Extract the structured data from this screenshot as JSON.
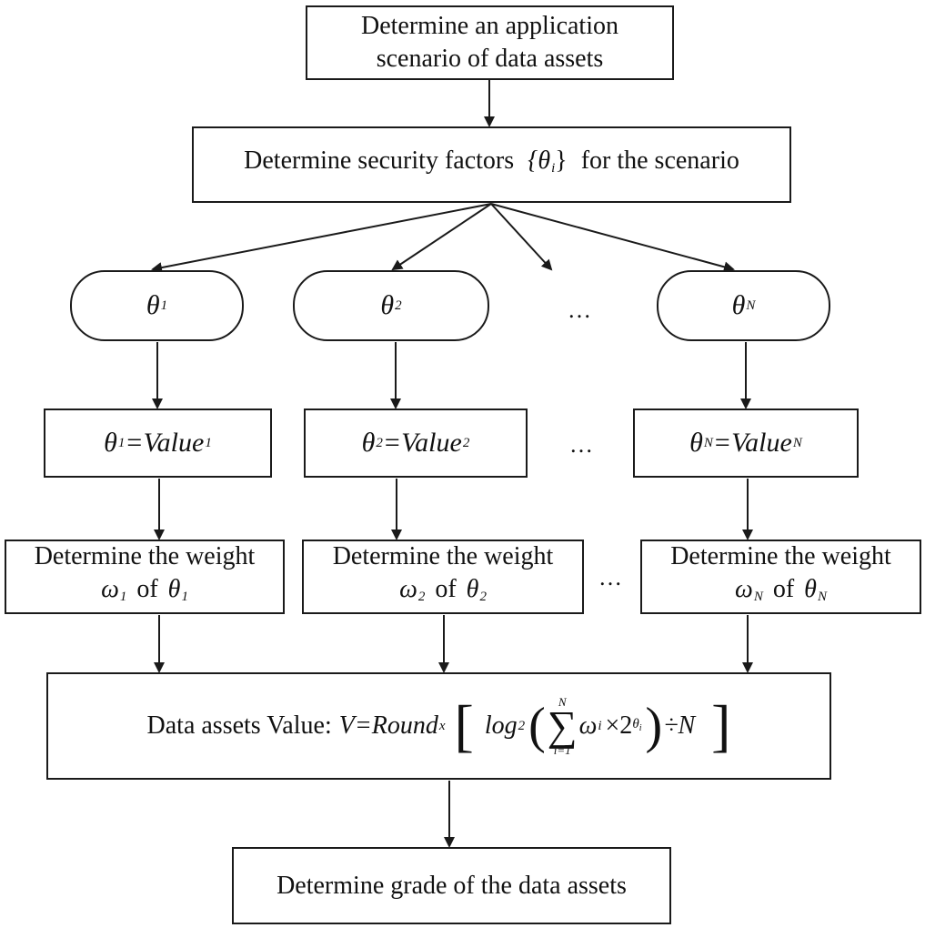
{
  "colors": {
    "stroke": "#1a1a1a",
    "background": "#ffffff"
  },
  "nodes": {
    "scenario": "Determine an application scenario of data assets",
    "factors": {
      "pre": "Determine security factors",
      "set": "{θ",
      "set_sub": "i",
      "set_close": "}",
      "post": "for the scenario"
    },
    "theta1": {
      "sym": "θ",
      "sub": "1"
    },
    "theta2": {
      "sym": "θ",
      "sub": "2"
    },
    "thetaN": {
      "sym": "θ",
      "sub": "N"
    },
    "value1": {
      "sym": "θ",
      "sub": "1",
      "eq": "=Value",
      "vsub": "1"
    },
    "value2": {
      "sym": "θ",
      "sub": "2",
      "eq": "=Value",
      "vsub": "2"
    },
    "valueN": {
      "sym": "θ",
      "sub": "N",
      "eq": "=Value",
      "vsub": "N"
    },
    "weight1": {
      "line1": "Determine the weight",
      "w": "ω",
      "wsub": "1",
      "of": "of",
      "t": "θ",
      "tsub": "1"
    },
    "weight2": {
      "line1": "Determine the weight",
      "w": "ω",
      "wsub": "2",
      "of": "of",
      "t": "θ",
      "tsub": "2"
    },
    "weightN": {
      "line1": "Determine the weight",
      "w": "ω",
      "wsub": "N",
      "of": "of",
      "t": "θ",
      "tsub": "N"
    },
    "value_formula": {
      "label": "Data assets Value:",
      "lhs": "V=Round",
      "lhs_sub": "x",
      "log": "log",
      "log_sub": "2",
      "sum_top": "N",
      "sum_sym": "∑",
      "sum_bottom": "i=1",
      "term": "ω",
      "term_sub": "i",
      "times": "×2",
      "exp": "θ",
      "exp_sub": "i",
      "tail": "÷N"
    },
    "grade": "Determine grade of the data assets"
  },
  "ellipsis": "…"
}
